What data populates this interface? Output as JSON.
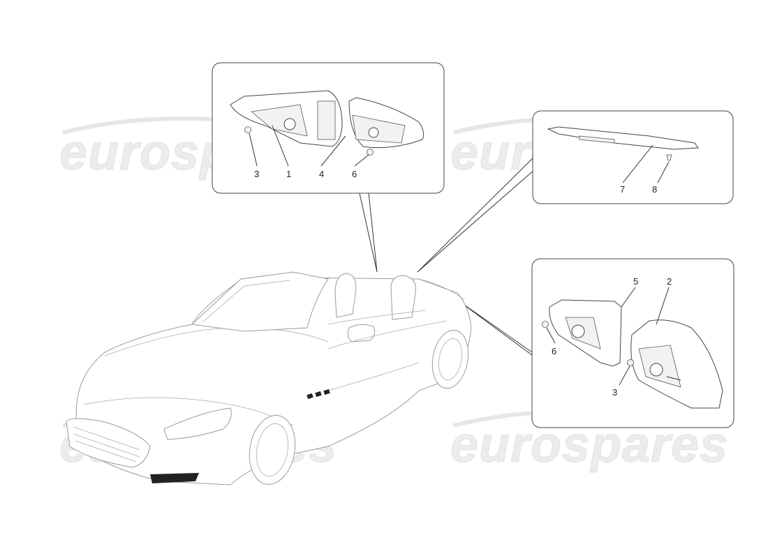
{
  "watermark": "eurospares",
  "callouts": {
    "topleft": [
      "3",
      "1",
      "4",
      "6"
    ],
    "topright": [
      "7",
      "8"
    ],
    "bottomright": [
      "5",
      "2",
      "6",
      "3"
    ]
  }
}
